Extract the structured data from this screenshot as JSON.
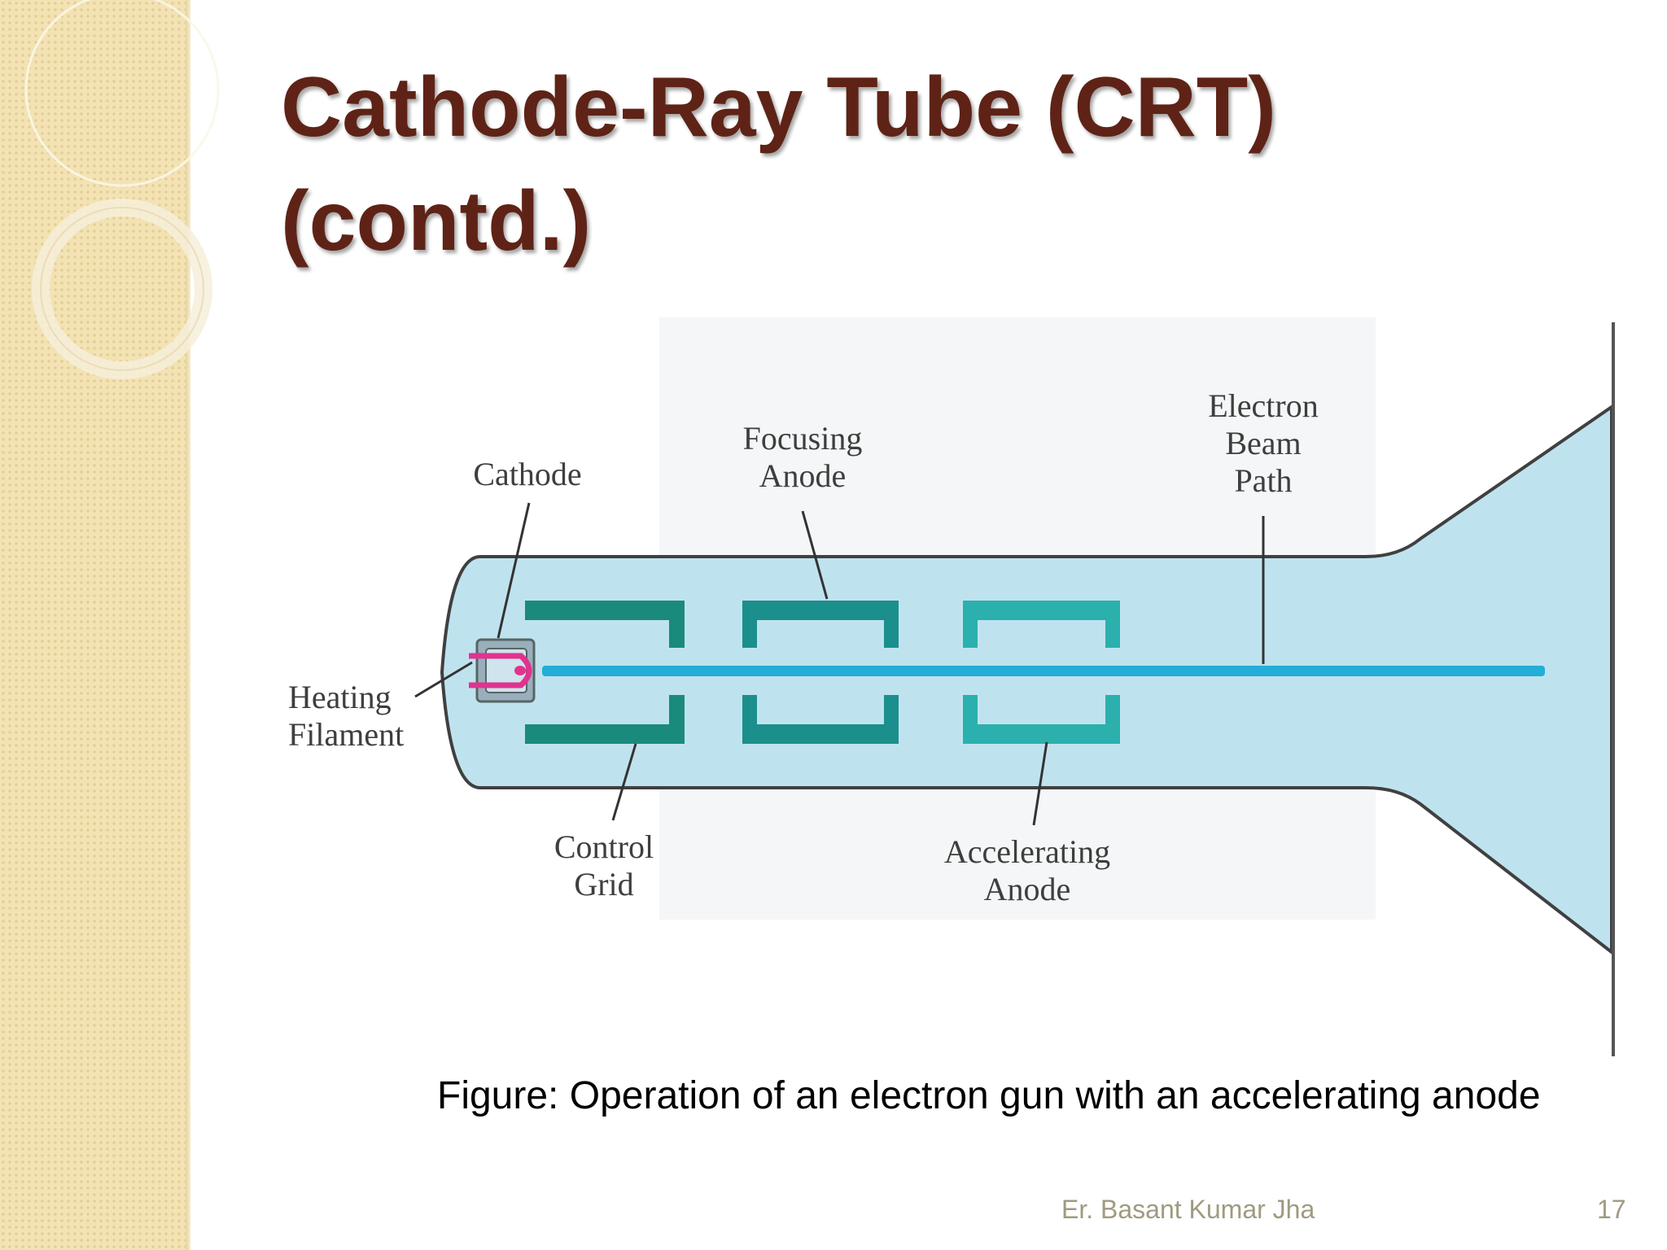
{
  "slide": {
    "title_line1": "Cathode-Ray Tube (CRT)",
    "title_line2": "(contd.)",
    "caption": "Figure: Operation of an electron gun with an accelerating anode",
    "author": "Er. Basant Kumar Jha",
    "page_number": "17"
  },
  "diagram": {
    "labels": {
      "cathode": "Cathode",
      "focusing_anode_1": "Focusing",
      "focusing_anode_2": "Anode",
      "electron_beam_1": "Electron",
      "electron_beam_2": "Beam",
      "electron_beam_3": "Path",
      "heating_filament_1": "Heating",
      "heating_filament_2": "Filament",
      "control_grid_1": "Control",
      "control_grid_2": "Grid",
      "accelerating_anode_1": "Accelerating",
      "accelerating_anode_2": "Anode"
    },
    "colors": {
      "tube_fill": "#bfe3ee",
      "beam": "#22aed6",
      "filament": "#e0338f",
      "control_grid": "#1a8a7e",
      "focusing_anode": "#1b8f8c",
      "accelerating_anode": "#2bb0ad",
      "title": "#5e2316"
    }
  }
}
